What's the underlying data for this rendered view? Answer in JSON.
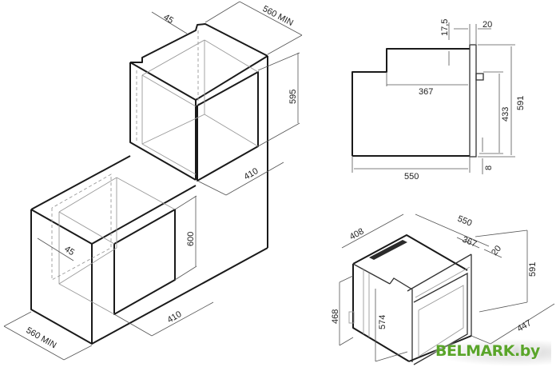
{
  "diagram": {
    "type": "oven-installation-dimensions",
    "units": "mm",
    "views": {
      "column_install": {
        "upper_niche": {
          "labels": {
            "top_gap": "45",
            "depth_min": "560 MIN",
            "height": "595",
            "width_front": "410"
          }
        },
        "lower_niche": {
          "labels": {
            "side_gap": "45",
            "height": "600",
            "width_front": "410",
            "depth_min": "560 MIN"
          }
        }
      },
      "side_profile": {
        "labels": {
          "top_offset": "17,5",
          "front_panel": "20",
          "depth_body": "367",
          "total_height": "591",
          "door_height": "433",
          "depth_total": "550",
          "bottom_offset": "8"
        }
      },
      "iso_oven": {
        "labels": {
          "top_width": "408",
          "depth": "550",
          "inner_depth": "367",
          "front_panel": "20",
          "height": "591",
          "width": "447",
          "body_height": "468",
          "inner_height": "574"
        }
      }
    }
  },
  "watermark": {
    "text": "BELMARK.by",
    "color": "#5aa52a"
  }
}
